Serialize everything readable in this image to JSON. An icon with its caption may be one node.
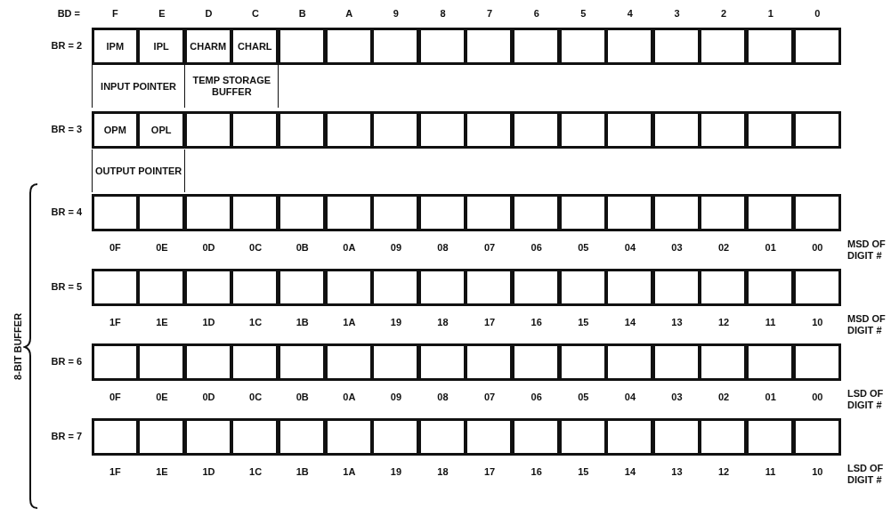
{
  "diagram": {
    "labels": [
      "BD =",
      "F",
      "E",
      "D",
      "C",
      "B",
      "A",
      "9",
      "8",
      "7",
      "6",
      "5",
      "4",
      "3",
      "2",
      "1",
      "0",
      "BR = 2",
      "IPM",
      "IPL",
      "CHARM",
      "CHARL",
      "INPUT POINTER",
      "TEMP STORAGE BUFFER",
      "BR = 3",
      "OPM",
      "OPL",
      "OUTPUT POINTER",
      "8-BIT BUFFER",
      "BR = 4",
      "0F",
      "0E",
      "0D",
      "0C",
      "0B",
      "0A",
      "09",
      "08",
      "07",
      "06",
      "05",
      "04",
      "03",
      "02",
      "01",
      "00",
      "MSD OF DIGIT #",
      "BR = 5",
      "1F",
      "1E",
      "1D",
      "1C",
      "1B",
      "1A",
      "19",
      "18",
      "17",
      "16",
      "15",
      "14",
      "13",
      "12",
      "11",
      "10",
      "MSD OF DIGIT #",
      "BR = 6",
      "0F",
      "0E",
      "0D",
      "0C",
      "0B",
      "0A",
      "09",
      "08",
      "07",
      "06",
      "05",
      "04",
      "03",
      "02",
      "01",
      "00",
      "LSD OF DIGIT #",
      "BR = 7",
      "1F",
      "1E",
      "1D",
      "1C",
      "1B",
      "1A",
      "19",
      "18",
      "17",
      "16",
      "15",
      "14",
      "13",
      "12",
      "11",
      "10",
      "LSD OF DIGIT #"
    ]
  }
}
